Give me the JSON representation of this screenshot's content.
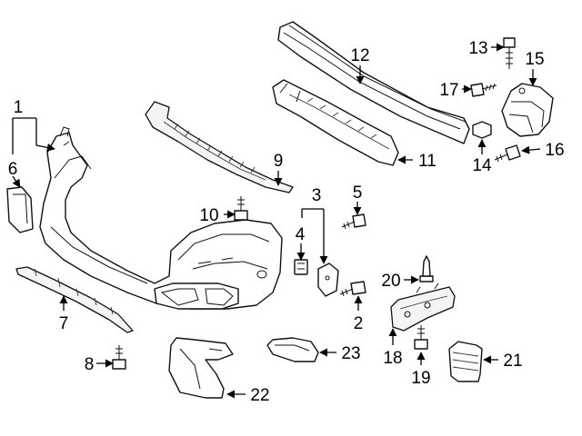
{
  "callouts": {
    "c1": "1",
    "c2": "2",
    "c3": "3",
    "c4": "4",
    "c5": "5",
    "c6": "6",
    "c7": "7",
    "c8": "8",
    "c9": "9",
    "c10": "10",
    "c11": "11",
    "c12": "12",
    "c13": "13",
    "c14": "14",
    "c15": "15",
    "c16": "16",
    "c17": "17",
    "c18": "18",
    "c19": "19",
    "c20": "20",
    "c21": "21",
    "c22": "22",
    "c23": "23"
  },
  "colors": {
    "line": "#111111",
    "background": "#ffffff",
    "part_shade": "#f4f4f4"
  }
}
